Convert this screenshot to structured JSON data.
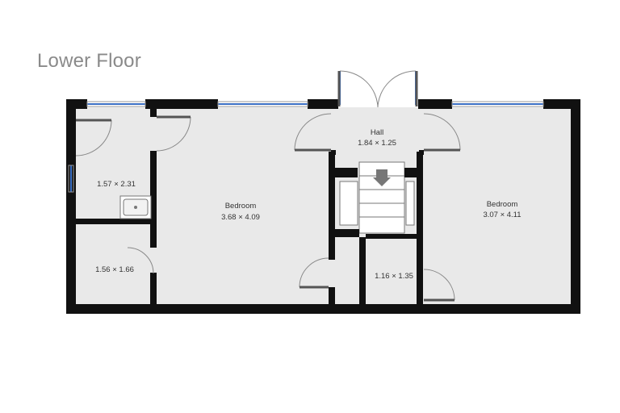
{
  "title": "Lower Floor",
  "rooms": {
    "hall": {
      "name": "Hall",
      "size": "1.84 × 1.25"
    },
    "bedroom_left": {
      "name": "Bedroom",
      "size": "3.68 × 4.09"
    },
    "bedroom_right": {
      "name": "Bedroom",
      "size": "3.07 × 4.11"
    },
    "bathroom": {
      "size": "1.57 × 2.31"
    },
    "wc": {
      "size": "1.56 × 1.66"
    },
    "store": {
      "size": "1.16 × 1.35"
    }
  },
  "colors": {
    "wall": "#111111",
    "floor": "#e9e9e9",
    "window": "#3b6fc4",
    "door_stroke": "#888888"
  }
}
